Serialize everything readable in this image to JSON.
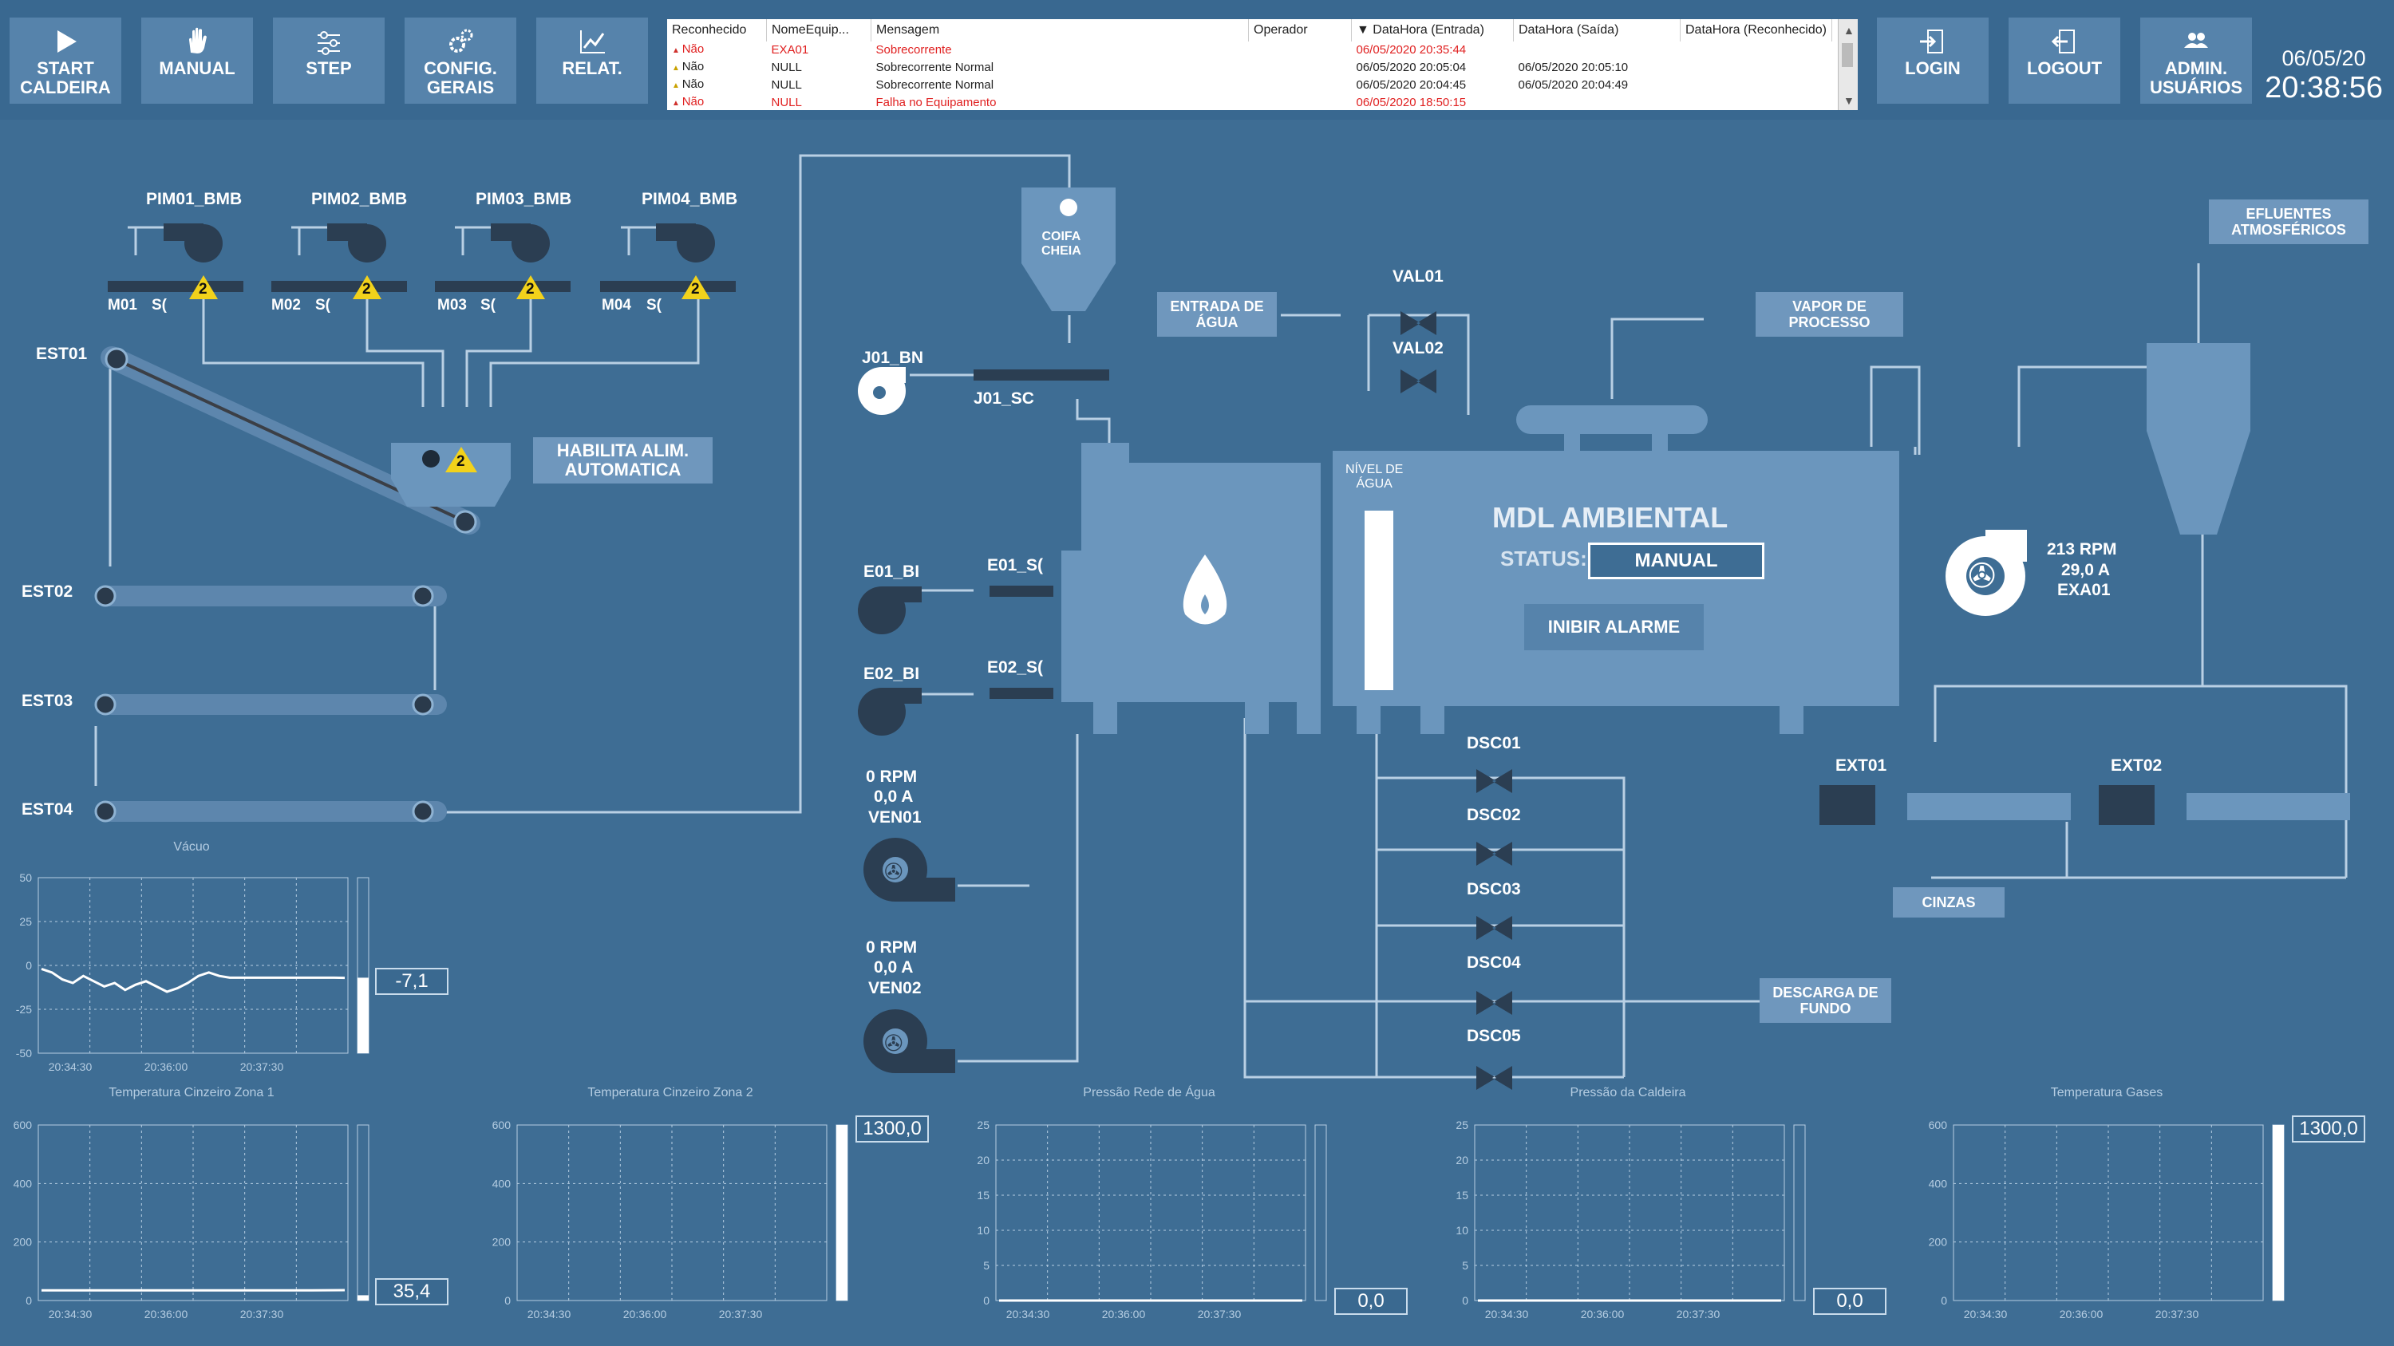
{
  "toolbar": {
    "start": "START\nCALDEIRA",
    "manual": "MANUAL",
    "step": "STEP",
    "config": "CONFIG.\nGERAIS",
    "relat": "RELAT.",
    "login": "LOGIN",
    "logout": "LOGOUT",
    "admin": "ADMIN.\nUSUÁRIOS"
  },
  "clock": {
    "date": "06/05/20",
    "time": "20:38:56"
  },
  "alarms": {
    "headers": [
      "Reconhecido",
      "NomeEquip...",
      "Mensagem",
      "Operador",
      "▼ DataHora (Entrada)",
      "DataHora (Saída)",
      "DataHora (Reconhecido)"
    ],
    "rows": [
      {
        "ack": "Não",
        "equip": "EXA01",
        "msg": "Sobrecorrente",
        "op": "",
        "in": "06/05/2020 20:35:44",
        "out": "",
        "rec": "",
        "color": "#e02020"
      },
      {
        "ack": "Não",
        "equip": "NULL",
        "msg": "Sobrecorrente Normal",
        "op": "",
        "in": "06/05/2020 20:05:04",
        "out": "06/05/2020 20:05:10",
        "rec": "",
        "color": "#222222"
      },
      {
        "ack": "Não",
        "equip": "NULL",
        "msg": "Sobrecorrente Normal",
        "op": "",
        "in": "06/05/2020 20:04:45",
        "out": "06/05/2020 20:04:49",
        "rec": "",
        "color": "#222222"
      },
      {
        "ack": "Não",
        "equip": "NULL",
        "msg": "Falha no Equipamento",
        "op": "",
        "in": "06/05/2020 18:50:15",
        "out": "",
        "rec": "",
        "color": "#e02020"
      }
    ]
  },
  "pumps": [
    {
      "name": "PIM01_BMB",
      "sub": "M01",
      "sc": "S(",
      "badge": "2"
    },
    {
      "name": "PIM02_BMB",
      "sub": "M02",
      "sc": "S(",
      "badge": "2"
    },
    {
      "name": "PIM03_BMB",
      "sub": "M03",
      "sc": "S(",
      "badge": "2"
    },
    {
      "name": "PIM04_BMB",
      "sub": "M04",
      "sc": "S(",
      "badge": "2"
    }
  ],
  "hopper_badge": "2",
  "conveyors": [
    "EST01",
    "EST02",
    "EST03",
    "EST04"
  ],
  "labels": {
    "habilita": "HABILITA ALIM.\nAUTOMATICA",
    "coifa": "COIFA\nCHEIA",
    "j01_bm": "J01_BN",
    "j01_sc": "J01_SC",
    "e01_bm": "E01_BI",
    "e01_sc": "E01_S(",
    "e02_bm": "E02_BI",
    "e02_sc": "E02_S(",
    "entrada_agua": "ENTRADA DE\nÁGUA",
    "val01": "VAL01",
    "val02": "VAL02",
    "vapor": "VAPOR DE\nPROCESSO",
    "efluentes": "EFLUENTES\nATMOSFÉRICOS",
    "nivel": "NÍVEL DE\nÁGUA",
    "title": "MDL AMBIENTAL",
    "status_label": "STATUS:",
    "status_value": "MANUAL",
    "inibir": "INIBIR ALARME",
    "cinzas": "CINZAS",
    "descarga": "DESCARGA DE\nFUNDO",
    "ext01": "EXT01",
    "ext02": "EXT02",
    "dsc": [
      "DSC01",
      "DSC02",
      "DSC03",
      "DSC04",
      "DSC05"
    ]
  },
  "fans": {
    "ven01": {
      "rpm": "0 RPM",
      "amp": "0,0 A",
      "name": "VEN01"
    },
    "ven02": {
      "rpm": "0 RPM",
      "amp": "0,0 A",
      "name": "VEN02"
    },
    "exa01": {
      "rpm": "213 RPM",
      "amp": "29,0 A",
      "name": "EXA01"
    }
  },
  "colors": {
    "bg": "#3e6d94",
    "panel": "#5683ab",
    "equip": "#6b96bd",
    "line": "#b9d0e4",
    "warn": "#f2d21b"
  },
  "chart_data": [
    {
      "type": "line",
      "title": "Vácuo",
      "ylim": [
        -50,
        50
      ],
      "yticks": [
        "50",
        "25",
        "0",
        "-25",
        "-50"
      ],
      "xticks": [
        "20:34:30",
        "20:36:00",
        "20:37:30"
      ],
      "series": [
        {
          "name": "Vácuo",
          "values": [
            -2,
            -4,
            -8,
            -10,
            -6,
            -9,
            -12,
            -10,
            -14,
            -11,
            -9,
            -12,
            -15,
            -13,
            -10,
            -6,
            -4,
            -6,
            -7,
            -7,
            -7,
            -7,
            -7,
            -7,
            -7,
            -7,
            -7,
            -7,
            -7,
            -7.1
          ]
        }
      ],
      "current": "-7,1",
      "bar_fraction": 0.43
    },
    {
      "type": "line",
      "title": "Temperatura Cinzeiro Zona 1",
      "ylim": [
        0,
        600
      ],
      "yticks": [
        "600",
        "400",
        "200",
        "0"
      ],
      "xticks": [
        "20:34:30",
        "20:36:00",
        "20:37:30"
      ],
      "series": [
        {
          "name": "Zona 1",
          "values": [
            35,
            35,
            35,
            35,
            35,
            35,
            35,
            35,
            35,
            35.4
          ]
        }
      ],
      "current": "35,4",
      "bar_fraction": 0.03
    },
    {
      "type": "line",
      "title": "Temperatura Cinzeiro Zona 2",
      "ylim": [
        0,
        600
      ],
      "yticks": [
        "600",
        "400",
        "200",
        "0"
      ],
      "xticks": [
        "20:34:30",
        "20:36:00",
        "20:37:30"
      ],
      "series": [
        {
          "name": "Zona 2",
          "values": []
        }
      ],
      "current": "1300,0",
      "bar_fraction": 1.0
    },
    {
      "type": "line",
      "title": "Pressão Rede de Água",
      "ylim": [
        0,
        25
      ],
      "yticks": [
        "25",
        "20",
        "15",
        "10",
        "5",
        "0"
      ],
      "xticks": [
        "20:34:30",
        "20:36:00",
        "20:37:30"
      ],
      "series": [
        {
          "name": "Rede",
          "values": [
            0,
            0,
            0,
            0,
            0,
            0,
            0,
            0,
            0,
            0
          ]
        }
      ],
      "current": "0,0",
      "bar_fraction": 0.0
    },
    {
      "type": "line",
      "title": "Pressão da Caldeira",
      "ylim": [
        0,
        25
      ],
      "yticks": [
        "25",
        "20",
        "15",
        "10",
        "5",
        "0"
      ],
      "xticks": [
        "20:34:30",
        "20:36:00",
        "20:37:30"
      ],
      "series": [
        {
          "name": "Caldeira",
          "values": [
            0,
            0,
            0,
            0,
            0,
            0,
            0,
            0,
            0,
            0
          ]
        }
      ],
      "current": "0,0",
      "bar_fraction": 0.0
    },
    {
      "type": "line",
      "title": "Temperatura Gases",
      "ylim": [
        0,
        600
      ],
      "yticks": [
        "600",
        "400",
        "200",
        "0"
      ],
      "xticks": [
        "20:34:30",
        "20:36:00",
        "20:37:30"
      ],
      "series": [
        {
          "name": "Gases",
          "values": []
        }
      ],
      "current": "1300,0",
      "bar_fraction": 1.0
    }
  ]
}
